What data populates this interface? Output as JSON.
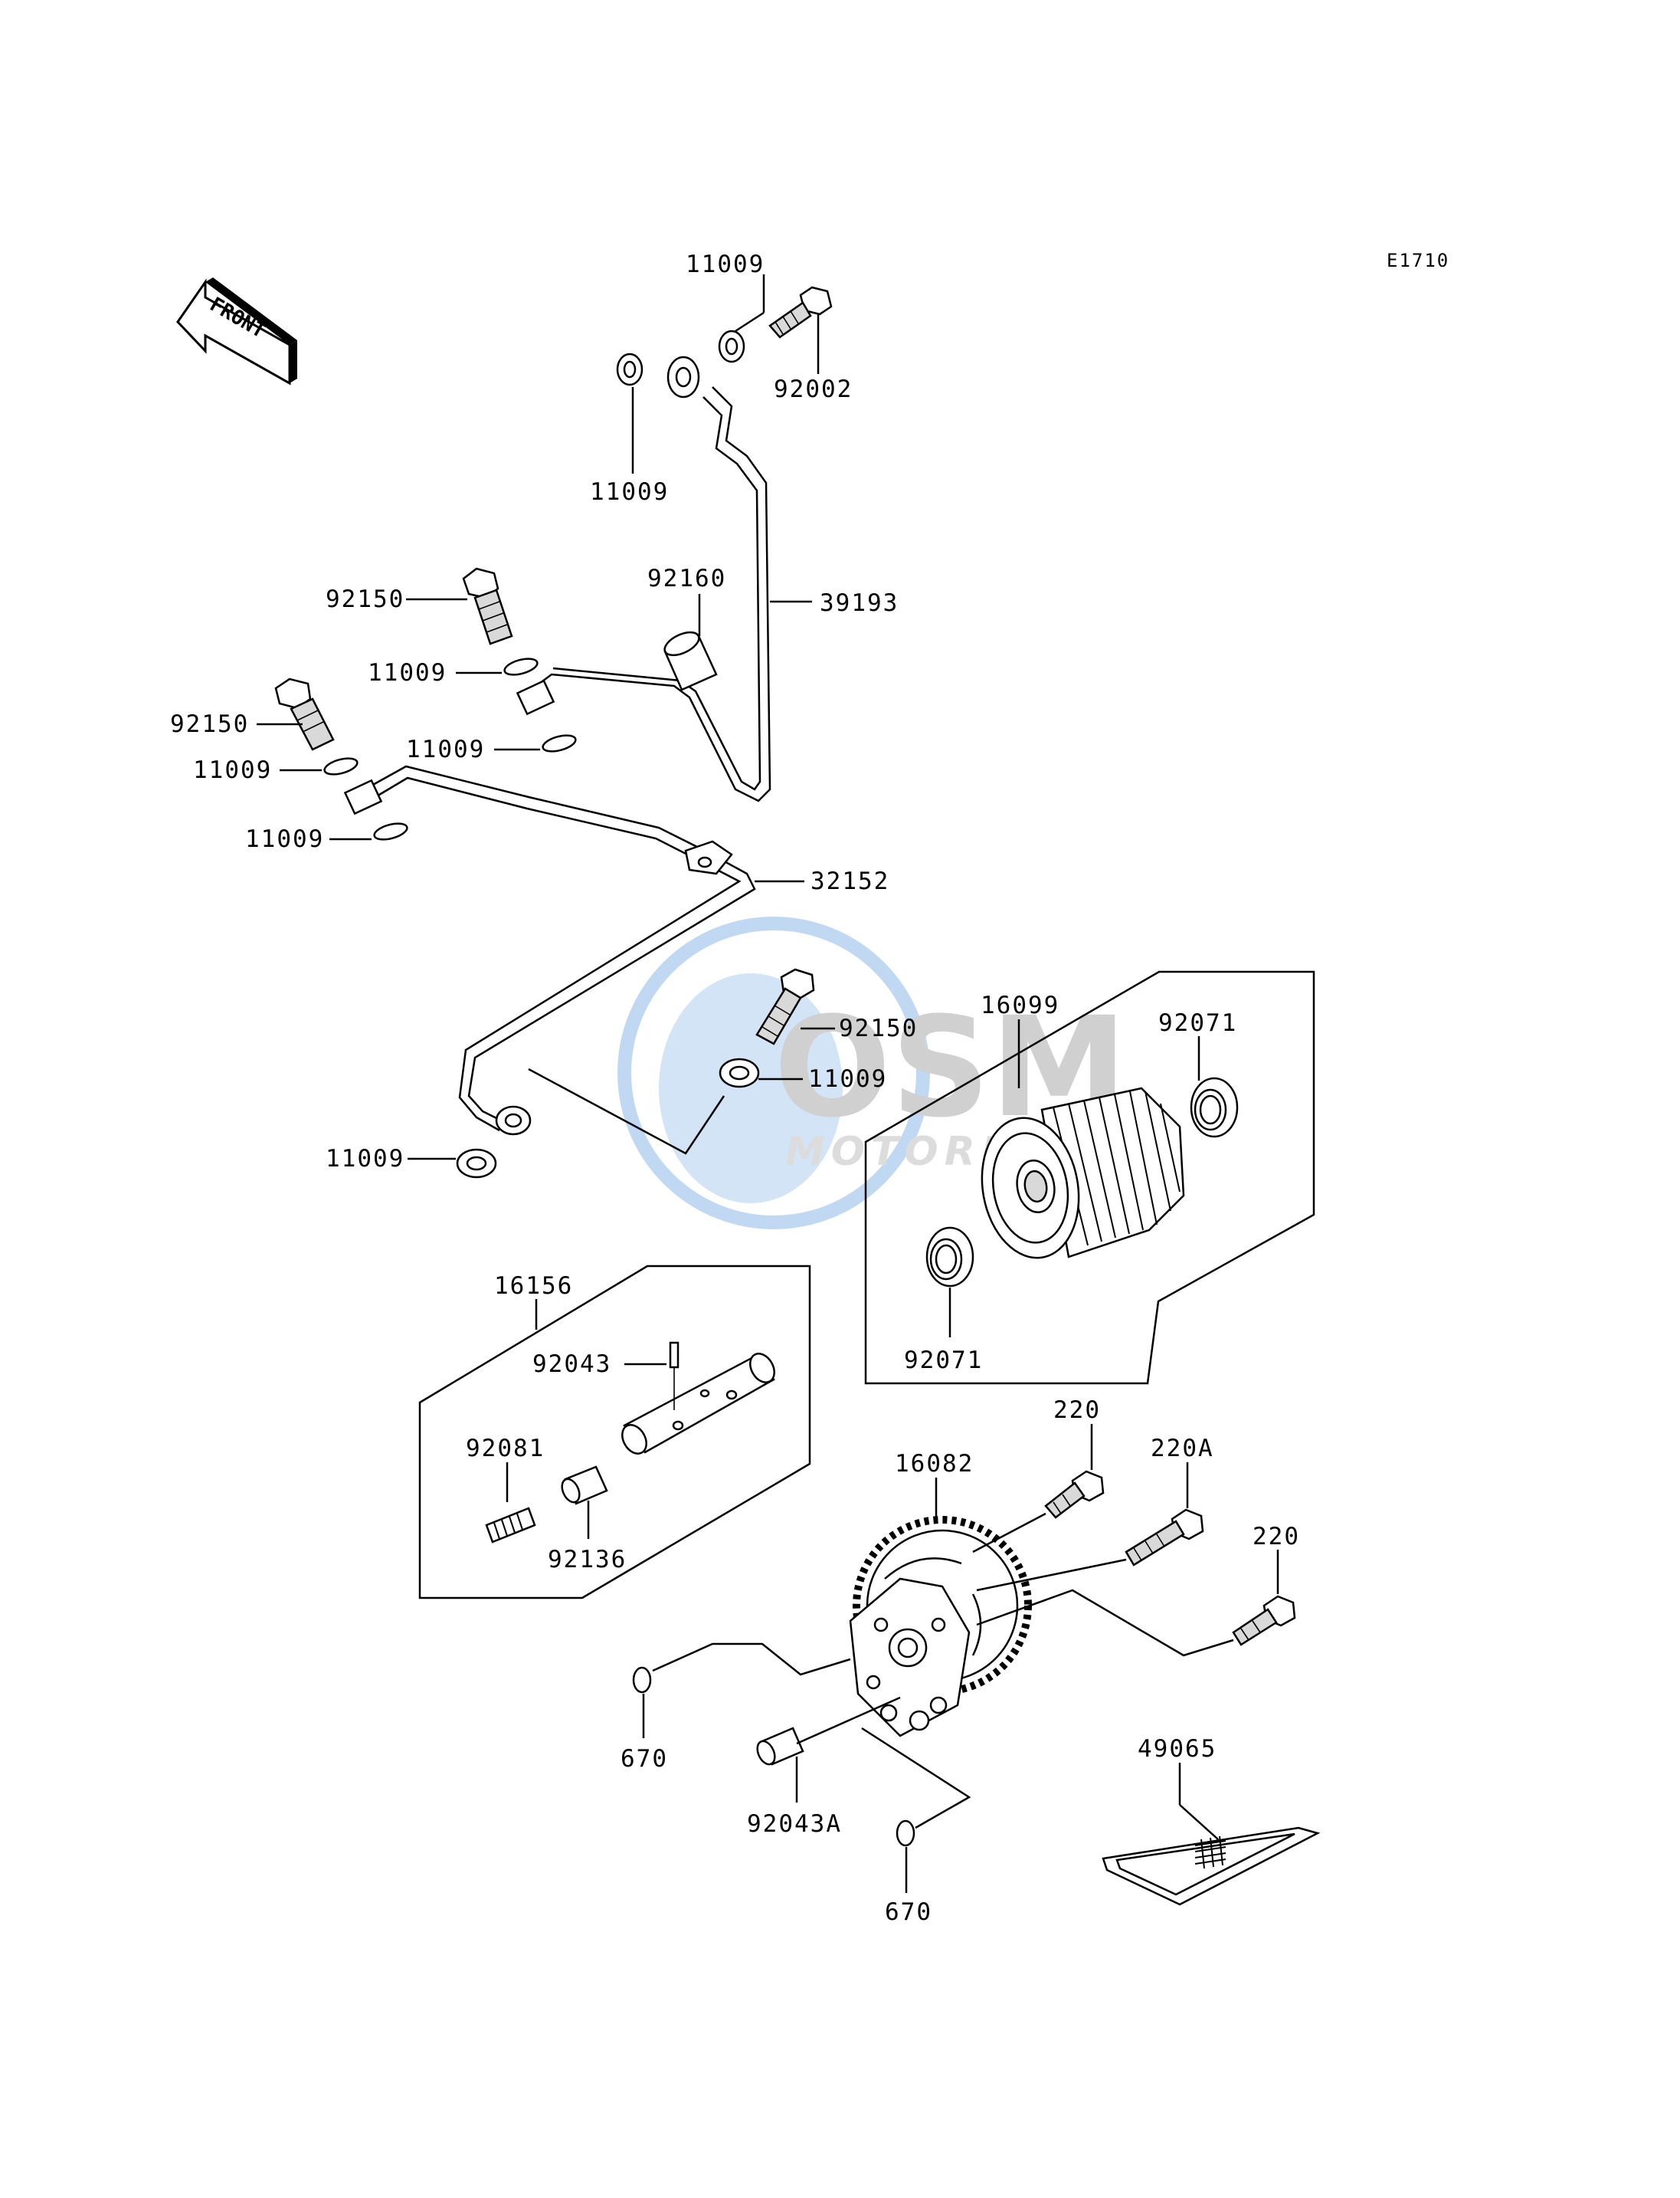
{
  "diagram_code": "E1710",
  "front_label": "FRONT",
  "watermark": {
    "brand": "OSM",
    "sub": "MOTORPARTS"
  },
  "labels": {
    "l11009_a": "11009",
    "l92002": "92002",
    "l11009_b": "11009",
    "l92160": "92160",
    "l39193": "39193",
    "l92150_a": "92150",
    "l11009_c": "11009",
    "l92150_b": "92150",
    "l11009_d": "11009",
    "l11009_e": "11009",
    "l11009_f": "11009",
    "l32152": "32152",
    "l92150_c": "92150",
    "l11009_g": "11009",
    "l11009_h": "11009",
    "l16099": "16099",
    "l92071_a": "92071",
    "l92071_b": "92071",
    "l16156": "16156",
    "l92043": "92043",
    "l92081": "92081",
    "l92136": "92136",
    "l220_a": "220",
    "l220A": "220A",
    "l16082": "16082",
    "l220_b": "220",
    "l670_a": "670",
    "l92043A": "92043A",
    "l670_b": "670",
    "l49065": "49065"
  }
}
